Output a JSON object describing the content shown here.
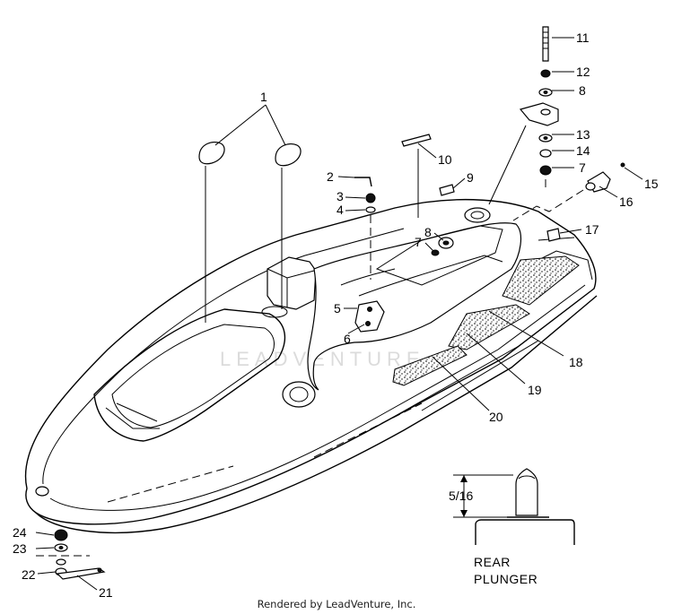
{
  "watermark": "LEADVENTURE",
  "footer": "Rendered by LeadVenture, Inc.",
  "callouts": {
    "c1": "1",
    "c2": "2",
    "c3": "3",
    "c4": "4",
    "c5": "5",
    "c6": "6",
    "c7a": "7",
    "c7b": "7",
    "c8a": "8",
    "c8b": "8",
    "c9": "9",
    "c10": "10",
    "c11": "11",
    "c12": "12",
    "c13": "13",
    "c14": "14",
    "c15": "15",
    "c16": "16",
    "c17": "17",
    "c18": "18",
    "c19": "19",
    "c20": "20",
    "c21": "21",
    "c22": "22",
    "c23": "23",
    "c24": "24"
  },
  "detail": {
    "dimension": "5/16",
    "caption_line1": "REAR",
    "caption_line2": "PLUNGER"
  }
}
